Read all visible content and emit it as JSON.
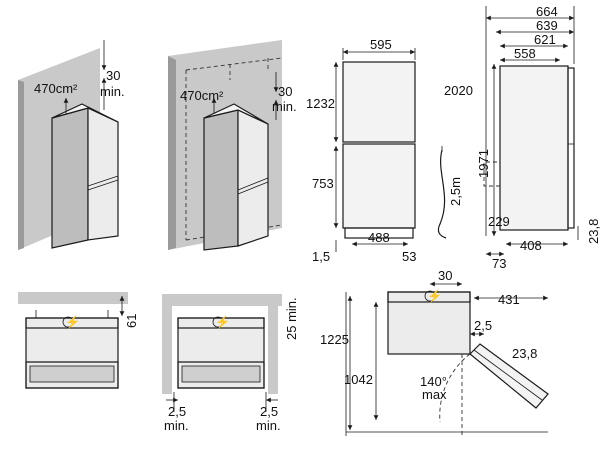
{
  "panels": {
    "install_left": {
      "area": "470cm²",
      "gap": "30",
      "gap_unit": "min."
    },
    "install_right": {
      "area": "470cm²",
      "gap": "30",
      "gap_unit": "min."
    },
    "front_view": {
      "width": "595",
      "upper_height": "1232",
      "lower_height": "753",
      "feet_span": "488",
      "left_margin": "1,5",
      "right_margin": "53",
      "cable": "2,5m"
    },
    "side_view": {
      "depth_total": "664",
      "depth_2": "639",
      "depth_3": "621",
      "depth_4": "558",
      "height_total": "2020",
      "height_inner": "1971",
      "bottom_offset": "229",
      "foot_depth": "408",
      "foot_height": "23,8",
      "rear_offset": "73"
    },
    "top_view_a": {
      "gap": "61"
    },
    "top_view_b": {
      "side_gap": "25 min.",
      "left_gap": "2,5",
      "left_unit": "min.",
      "right_gap": "2,5",
      "right_unit": "min."
    },
    "door_view": {
      "top_width": "30",
      "top_right": "431",
      "hinge_gap": "2,5",
      "door_thick": "23,8",
      "total_depth": "1225",
      "open_depth": "1042",
      "angle": "140°",
      "angle_unit": "max"
    }
  }
}
